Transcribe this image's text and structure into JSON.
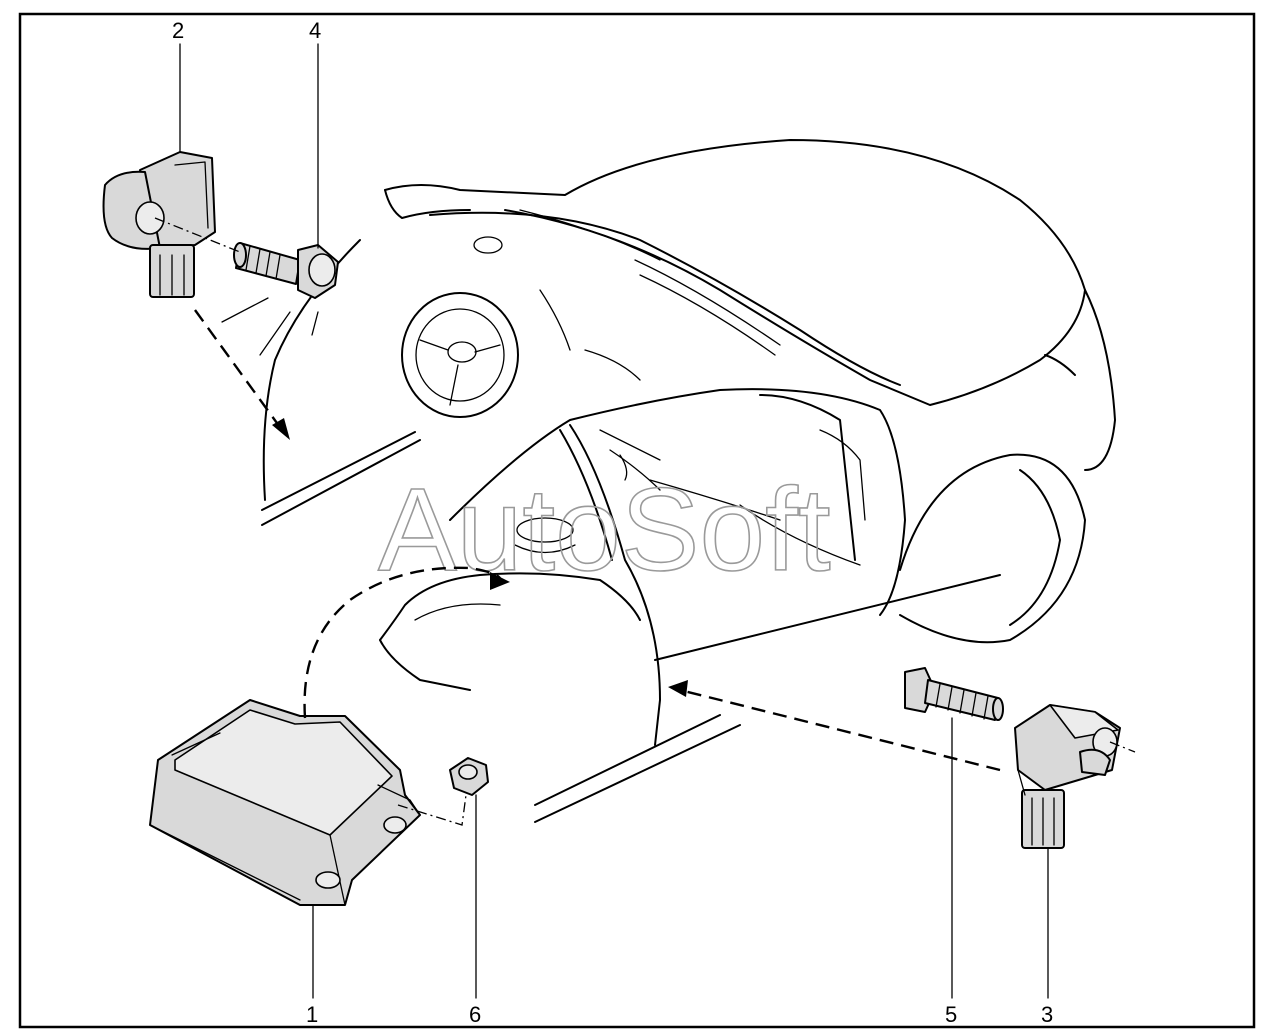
{
  "watermark": "AutoSoft",
  "callouts": [
    "1",
    "2",
    "3",
    "4",
    "5",
    "6"
  ],
  "colors": {
    "line": "#000000",
    "part_fill": "#d9d9d9",
    "watermark": "#9a9a9a",
    "background": "#ffffff"
  }
}
